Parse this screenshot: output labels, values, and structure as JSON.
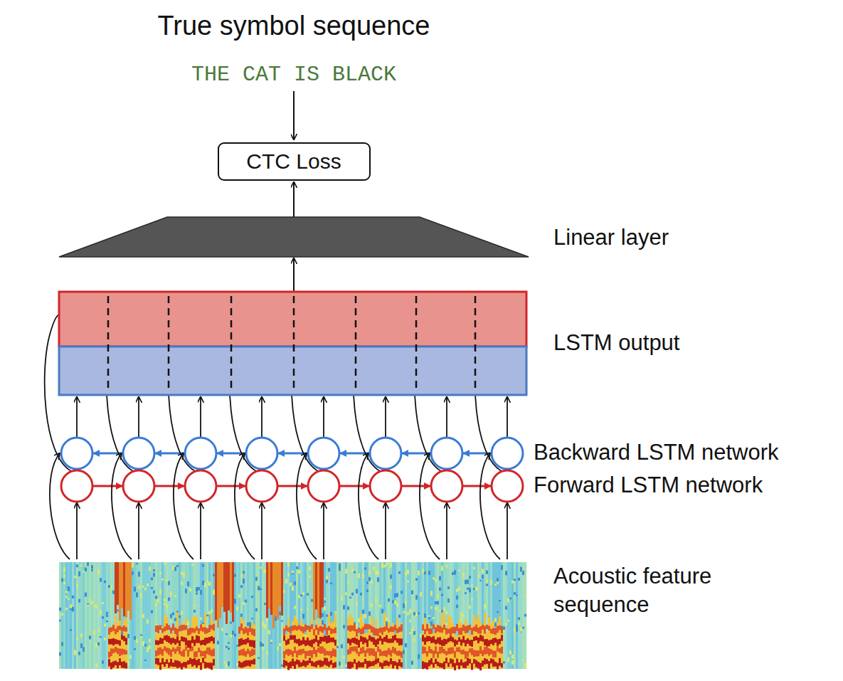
{
  "diagram": {
    "title": "True symbol sequence",
    "nodes": [
      {
        "text": [
          "CTC Loss"
        ]
      },
      {
        "text": [
          "Linear layer"
        ]
      },
      {
        "text": [
          "LSTM output"
        ]
      }
    ],
    "edges": [
      {
        "from": 2,
        "to": 1,
        "arrow": "to"
      },
      {
        "from": 1,
        "to": 0,
        "arrow": "to"
      }
    ],
    "labels": [
      "THE CAT IS BLACK",
      "Backward LSTM network",
      "Forward LSTM network",
      "Acoustic feature sequence"
    ]
  }
}
